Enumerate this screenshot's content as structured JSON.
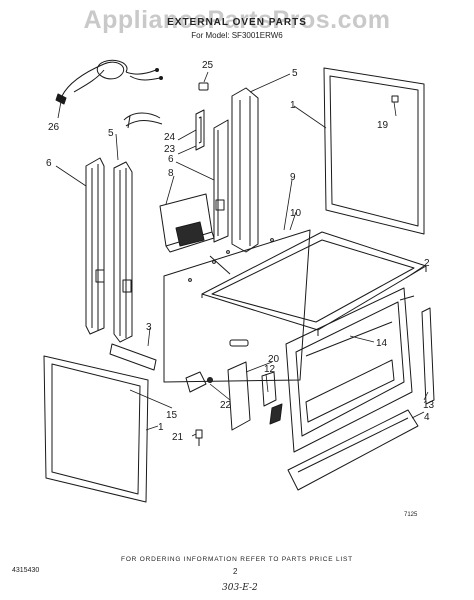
{
  "watermark": "AppliancePartsPros.com",
  "header": {
    "title": "EXTERNAL OVEN PARTS",
    "subtitle": "For Model: SF3001ERW6"
  },
  "callouts": [
    {
      "id": "c26",
      "text": "26"
    },
    {
      "id": "c25",
      "text": "25"
    },
    {
      "id": "c5a",
      "text": "5"
    },
    {
      "id": "c1a",
      "text": "1"
    },
    {
      "id": "c19",
      "text": "19"
    },
    {
      "id": "c24",
      "text": "24"
    },
    {
      "id": "c23",
      "text": "23"
    },
    {
      "id": "c5b",
      "text": "5"
    },
    {
      "id": "c6a",
      "text": "6"
    },
    {
      "id": "c6b",
      "text": "6"
    },
    {
      "id": "c8",
      "text": "8"
    },
    {
      "id": "c9",
      "text": "9"
    },
    {
      "id": "c10",
      "text": "10"
    },
    {
      "id": "c2",
      "text": "2"
    },
    {
      "id": "c3",
      "text": "3"
    },
    {
      "id": "c14",
      "text": "14"
    },
    {
      "id": "c20",
      "text": "20"
    },
    {
      "id": "c12",
      "text": "12"
    },
    {
      "id": "c22",
      "text": "22"
    },
    {
      "id": "c15",
      "text": "15"
    },
    {
      "id": "c1b",
      "text": "1"
    },
    {
      "id": "c21",
      "text": "21"
    },
    {
      "id": "c13",
      "text": "13"
    },
    {
      "id": "c4",
      "text": "4"
    }
  ],
  "figure_number": "7125",
  "footer": {
    "note": "FOR ORDERING INFORMATION REFER TO PARTS PRICE LIST",
    "doc_number": "4315430",
    "page_number": "2",
    "handwritten": "303-E-2"
  }
}
